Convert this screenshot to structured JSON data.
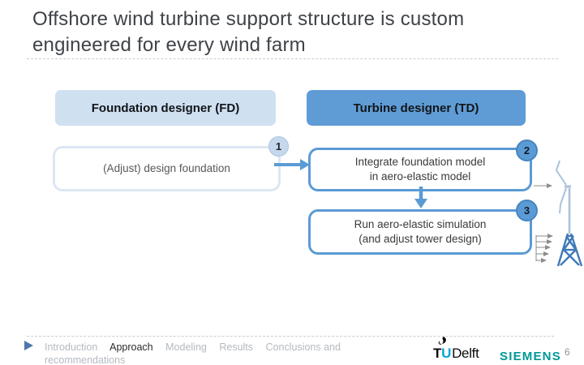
{
  "slide": {
    "title": "Offshore wind turbine support structure is custom engineered for every wind farm"
  },
  "diagram": {
    "headers": [
      {
        "label": "Foundation designer (FD)"
      },
      {
        "label": "Turbine designer (TD)"
      }
    ],
    "steps": [
      {
        "number": "1",
        "lines": [
          "(Adjust) design foundation"
        ]
      },
      {
        "number": "2",
        "lines": [
          "Integrate foundation model",
          "in aero-elastic model"
        ]
      },
      {
        "number": "3",
        "lines": [
          "Run aero-elastic simulation",
          "(and adjust tower design)"
        ]
      }
    ],
    "icons": {
      "flow_arrow_right": "arrow-right-icon",
      "flow_arrow_down": "arrow-down-icon",
      "hub_arrow": "thin-arrow-right-icon",
      "turbine": "wind-turbine-sketch",
      "wind_profile": "wind-shear-arrows-icon"
    }
  },
  "footer": {
    "nav": [
      {
        "label": "Introduction",
        "active": false
      },
      {
        "label": "Approach",
        "active": true
      },
      {
        "label": "Modeling",
        "active": false
      },
      {
        "label": "Results",
        "active": false
      },
      {
        "label": "Conclusions and recommendations",
        "active": false
      }
    ],
    "logos": {
      "tu_delft": {
        "t": "T",
        "u": "U",
        "delft": "Delft"
      },
      "siemens": "SIEMENS"
    },
    "page_number": "6"
  },
  "colors": {
    "accent_blue": "#5b9bd5",
    "light_blue_fill": "#cfe0f1",
    "light_border": "#dde7f3",
    "jacket_blue": "#3f7ab8",
    "tower_blue": "#a9c2dc",
    "gray_arrow": "#8c8c8c",
    "siemens_teal": "#009999",
    "tudelft_blue": "#00A6D6"
  }
}
